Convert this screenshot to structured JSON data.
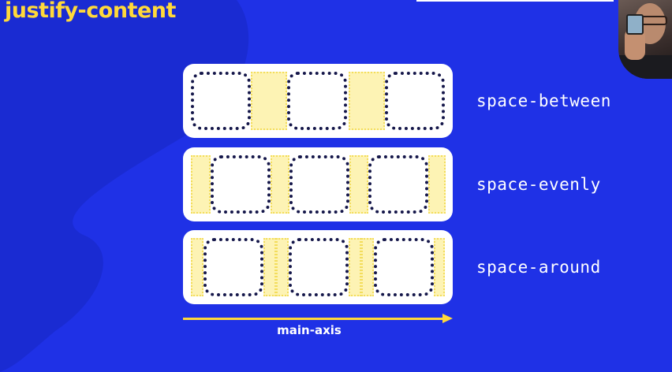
{
  "slide": {
    "title": "justify-content",
    "axis_label": "main-axis"
  },
  "rows": [
    {
      "label": "space-between"
    },
    {
      "label": "space-evenly"
    },
    {
      "label": "space-around"
    }
  ],
  "colors": {
    "background": "#1f31e6",
    "accent": "#ffd93a",
    "gap_fill": "#fdf3b4",
    "item_border": "#15174a"
  },
  "icons": {
    "arrow": "arrow-right-icon"
  }
}
